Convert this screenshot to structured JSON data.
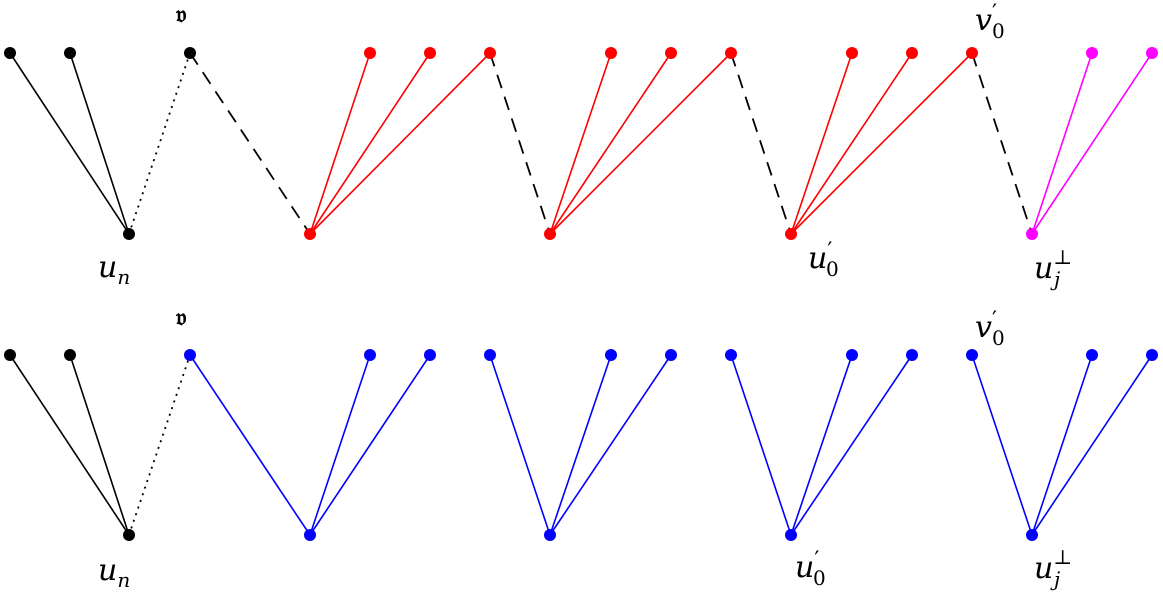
{
  "colors": {
    "black": "#000000",
    "red": "#ff0000",
    "magenta": "#ff00ff",
    "blue": "#0000ff"
  },
  "labels": {
    "top_v": "𝔳",
    "top_un_base": "u",
    "top_un_sub": "n",
    "top_v0_base": "v",
    "top_v0_prime": "′",
    "top_v0_sub": "0",
    "top_u0_base": "u",
    "top_u0_prime": "′",
    "top_u0_sub": "0",
    "top_uj_base": "u",
    "top_uj_sup": "⊥",
    "top_uj_sub": "j",
    "bot_v": "𝔳",
    "bot_un_base": "u",
    "bot_un_sub": "n",
    "bot_v0_base": "v",
    "bot_v0_prime": "′",
    "bot_v0_sub": "0",
    "bot_u0_base": "u",
    "bot_u0_prime": "′",
    "bot_u0_sub": "0",
    "bot_uj_base": "u",
    "bot_uj_sup": "⊥",
    "bot_uj_sub": "j"
  }
}
